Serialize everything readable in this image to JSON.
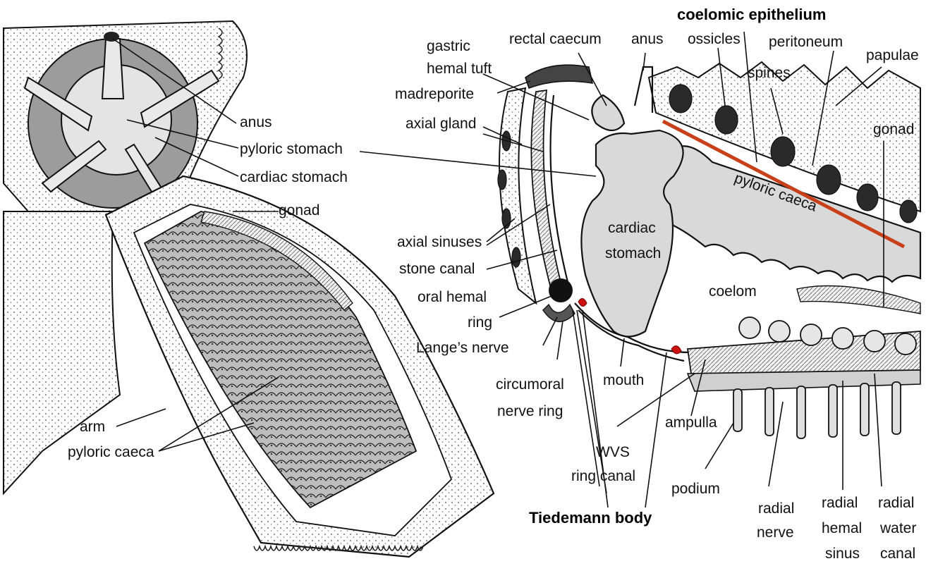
{
  "labels_left": {
    "anus": "anus",
    "pyloric_stomach": "pyloric stomach",
    "cardiac_stomach": "cardiac stomach",
    "gonad": "gonad",
    "arm": "arm",
    "pyloric_caeca": "pyloric caeca"
  },
  "labels_section": {
    "coelomic_epithelium": "coelomic epithelium",
    "gastric": "gastric",
    "hemal_tuft": "hemal tuft",
    "rectal_caecum": "rectal caecum",
    "anus": "anus",
    "ossicles": "ossicles",
    "peritoneum": "peritoneum",
    "spines": "spines",
    "papulae": "papulae",
    "gonad": "gonad",
    "madreporite": "madreporite",
    "axial_gland": "axial gland",
    "pyloric_caeca": "pyloric caeca",
    "cardiac": "cardiac",
    "stomach": "stomach",
    "axial_sinuses": "axial sinuses",
    "stone_canal": "stone canal",
    "oral_hemal": "oral hemal",
    "ring": "ring",
    "coelom": "coelom",
    "langes_nerve": "Lange’s nerve",
    "mouth": "mouth",
    "circumoral": "circumoral",
    "nerve_ring": "nerve ring",
    "ampulla": "ampulla",
    "wvs": "WVS",
    "ring_canal": "ring canal",
    "podium": "podium",
    "radial_1": "radial",
    "nerve": "nerve",
    "radial_2": "radial",
    "hemal": "hemal",
    "sinus": "sinus",
    "radial_3": "radial",
    "water": "water",
    "canal": "canal",
    "tiedemann_body": "Tiedemann body"
  },
  "colors": {
    "line": "#111111",
    "highlight_line": "#c8401a",
    "tiedemann_marker": "#cc1111",
    "tissue": "#e9e9e9",
    "lumen": "#d9d9d9"
  }
}
